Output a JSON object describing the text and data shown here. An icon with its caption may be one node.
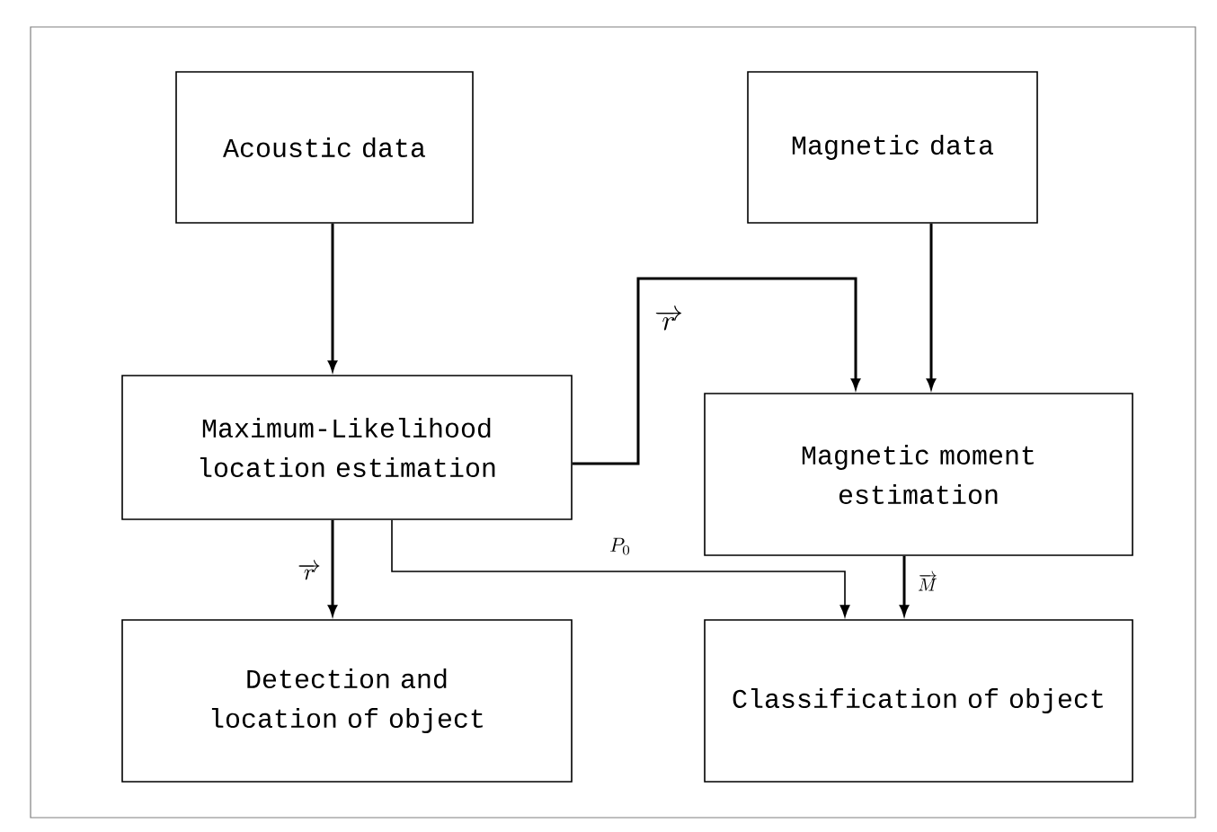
{
  "diagram": {
    "nodes": [
      {
        "text": [
          "Acoustic data"
        ]
      },
      {
        "text": [
          "Magnetic data"
        ]
      },
      {
        "text": [
          "Maximum-Likelihood location estimation"
        ]
      },
      {
        "text": [
          "Magnetic moment estimation"
        ]
      },
      {
        "text": [
          "Detection and location of object"
        ]
      },
      {
        "text": [
          "Classification of object"
        ]
      }
    ],
    "edges": [
      {
        "from": 0,
        "to": 2,
        "arrow": "to"
      },
      {
        "from": 1,
        "to": 3,
        "arrow": "to"
      },
      {
        "from": 2,
        "to": 3,
        "arrow": "to",
        "label": "\\overrightarrow{r}"
      },
      {
        "from": 2,
        "to": 4,
        "arrow": "to",
        "label": "\\overrightarrow{r}"
      },
      {
        "from": 2,
        "to": 5,
        "arrow": "to",
        "label": "P_0"
      },
      {
        "from": 3,
        "to": 5,
        "arrow": "to",
        "label": "\\overrightarrow{M}"
      }
    ]
  }
}
